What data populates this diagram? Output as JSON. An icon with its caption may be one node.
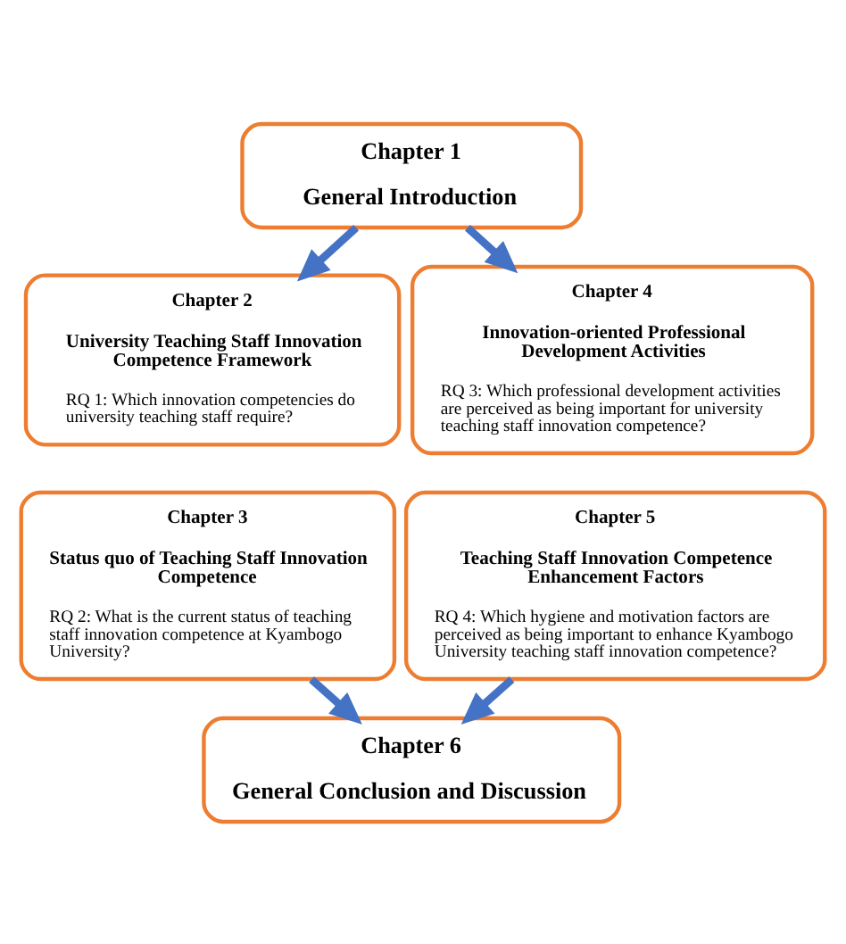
{
  "diagram": {
    "nodes": [
      {
        "text": [
          "Chapter 1",
          "General Introduction"
        ]
      },
      {
        "text": [
          "Chapter 2",
          "University Teaching Staff Innovation Competence Framework",
          "RQ 1: Which innovation competencies do university teaching staff require?"
        ]
      },
      {
        "text": [
          "Chapter 4",
          "Innovation-oriented Professional Development Activities",
          "RQ 3: Which professional development activities are perceived as being important for university teaching staff innovation competence?"
        ]
      },
      {
        "text": [
          "Chapter 3",
          "Status quo of Teaching Staff Innovation Competence",
          "RQ 2: What is the current status of teaching staff innovation competence at Kyambogo University?"
        ]
      },
      {
        "text": [
          "Chapter 5",
          "Teaching Staff Innovation Competence Enhancement Factors",
          "RQ 4: Which hygiene and motivation factors are perceived as being important to enhance Kyambogo University teaching staff innovation competence?"
        ]
      },
      {
        "text": [
          "Chapter 6",
          "General Conclusion and Discussion"
        ]
      }
    ],
    "edges": [
      {
        "from": 0,
        "to": 1,
        "arrow": "to"
      },
      {
        "from": 0,
        "to": 2,
        "arrow": "to"
      },
      {
        "from": 3,
        "to": 5,
        "arrow": "to"
      },
      {
        "from": 4,
        "to": 5,
        "arrow": "to"
      }
    ]
  }
}
